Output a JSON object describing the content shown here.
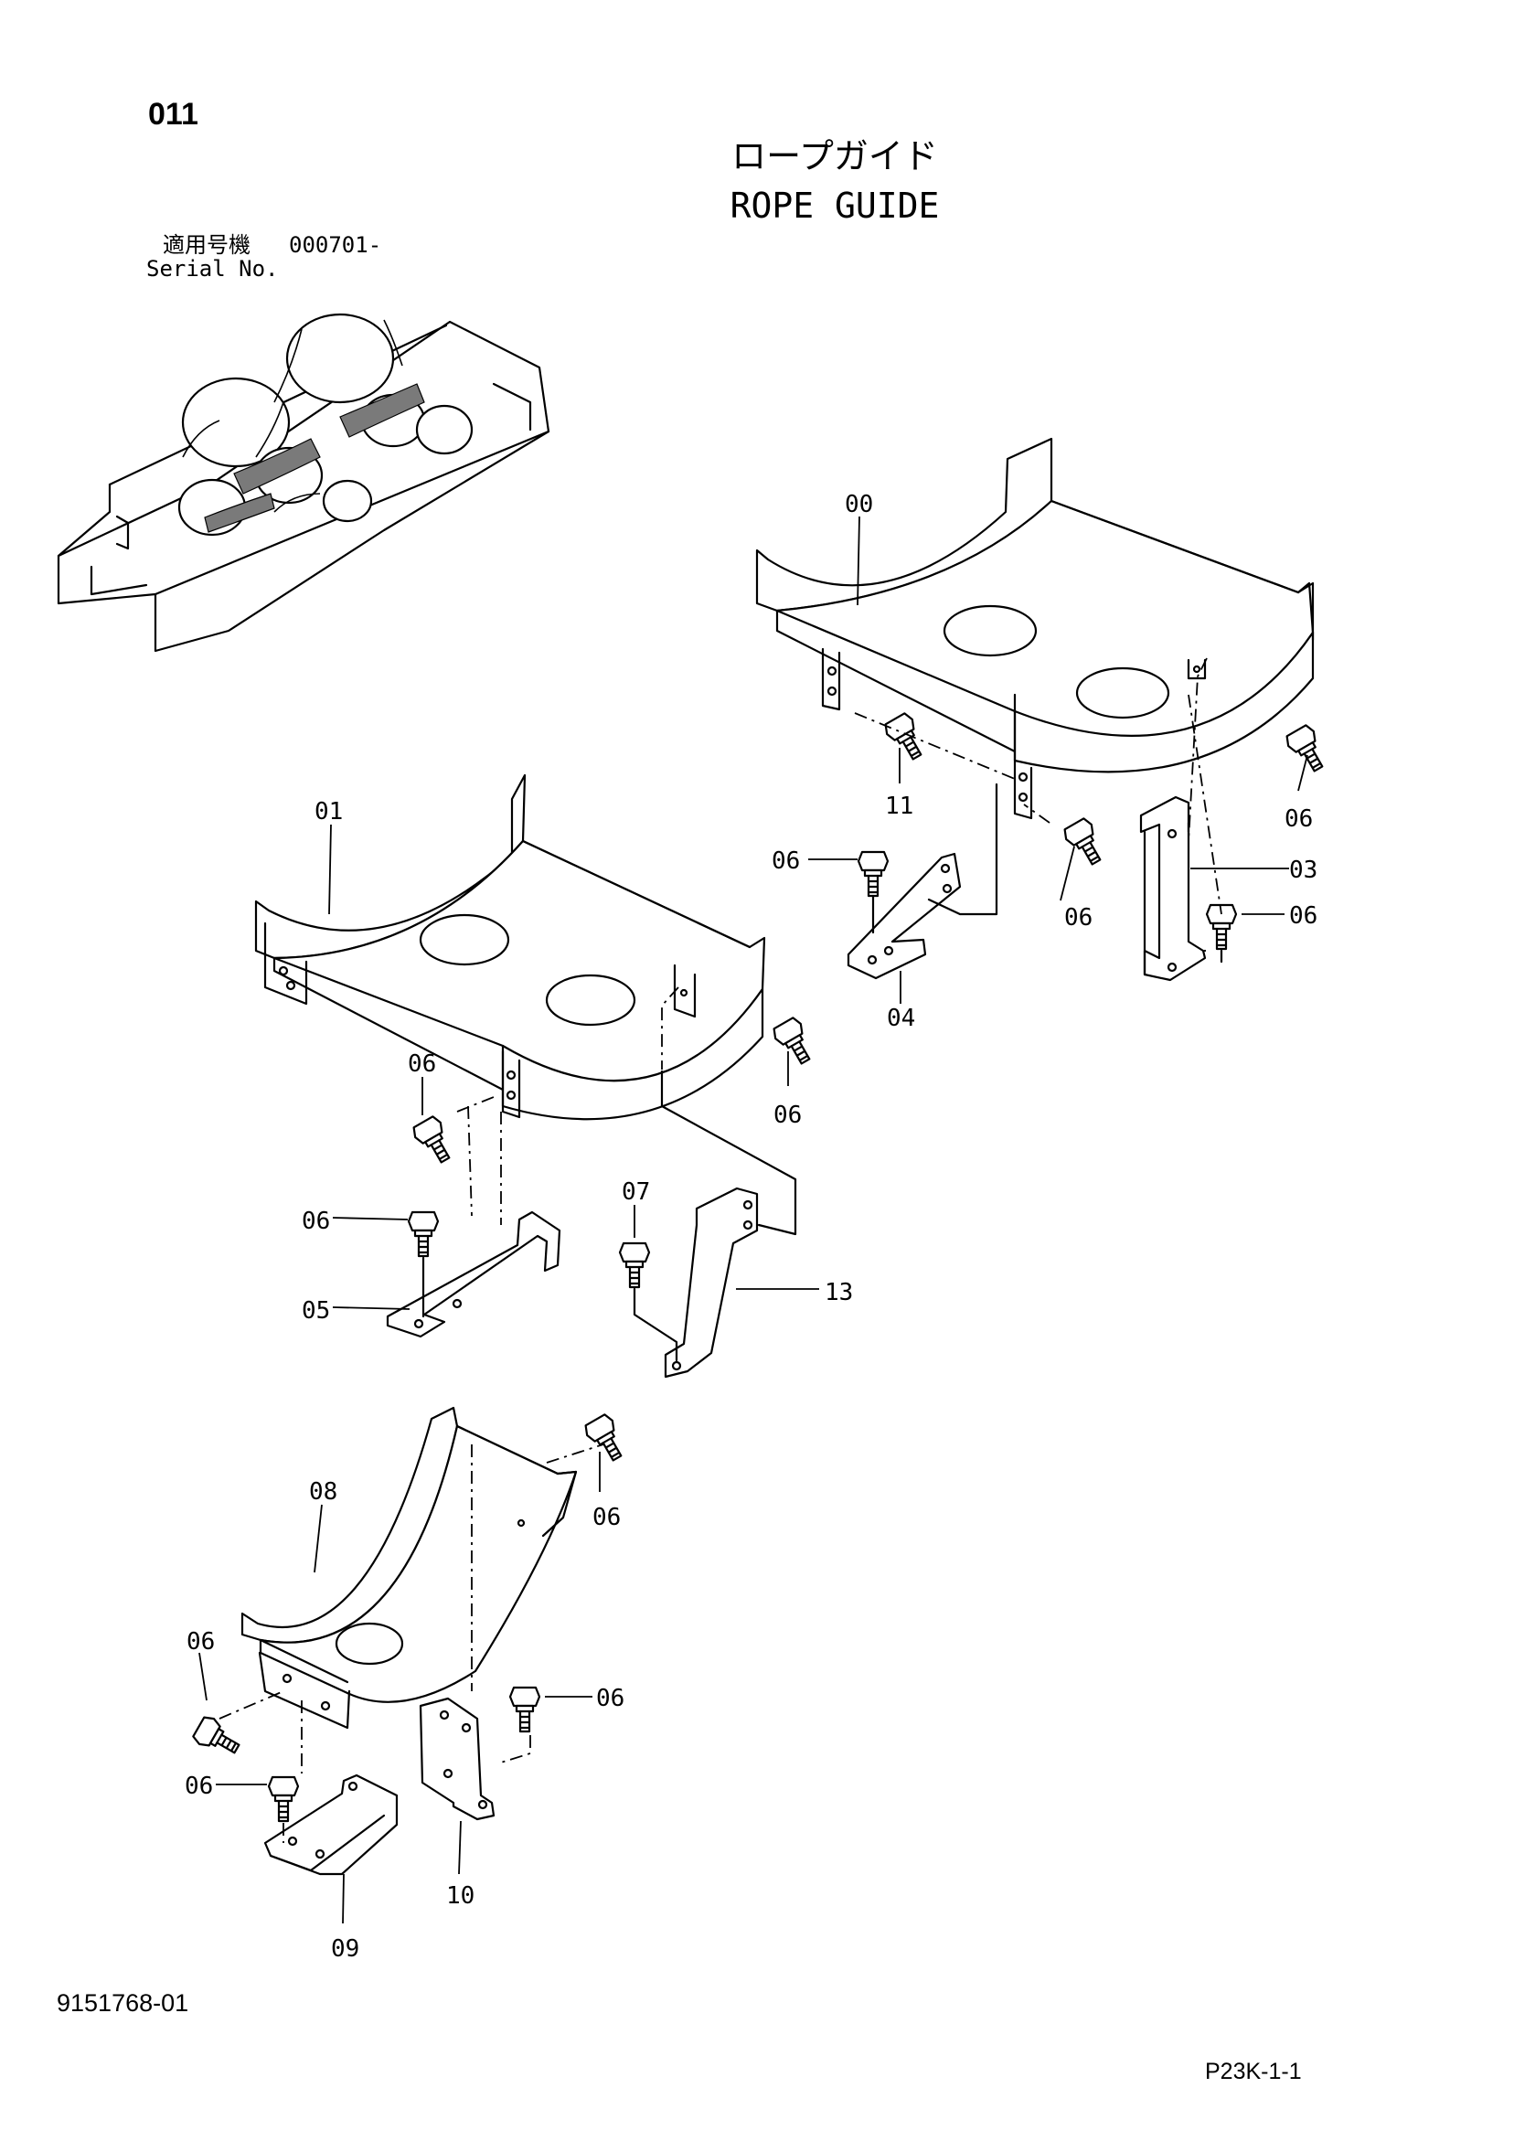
{
  "header": {
    "page_number": "011",
    "title_jp": "ロープガイド",
    "title_en": "ROPE GUIDE",
    "serial_label_jp": "適用号機",
    "serial_range": "000701-",
    "serial_label_en": "Serial No."
  },
  "footer": {
    "document_number": "9151768-01",
    "page_code": "P23K-1-1"
  },
  "callouts": {
    "c00": "00",
    "c01": "01",
    "c03": "03",
    "c04": "04",
    "c05": "05",
    "c06": "06",
    "c07": "07",
    "c08": "08",
    "c09": "09",
    "c10": "10",
    "c11": "11",
    "c13": "13"
  }
}
